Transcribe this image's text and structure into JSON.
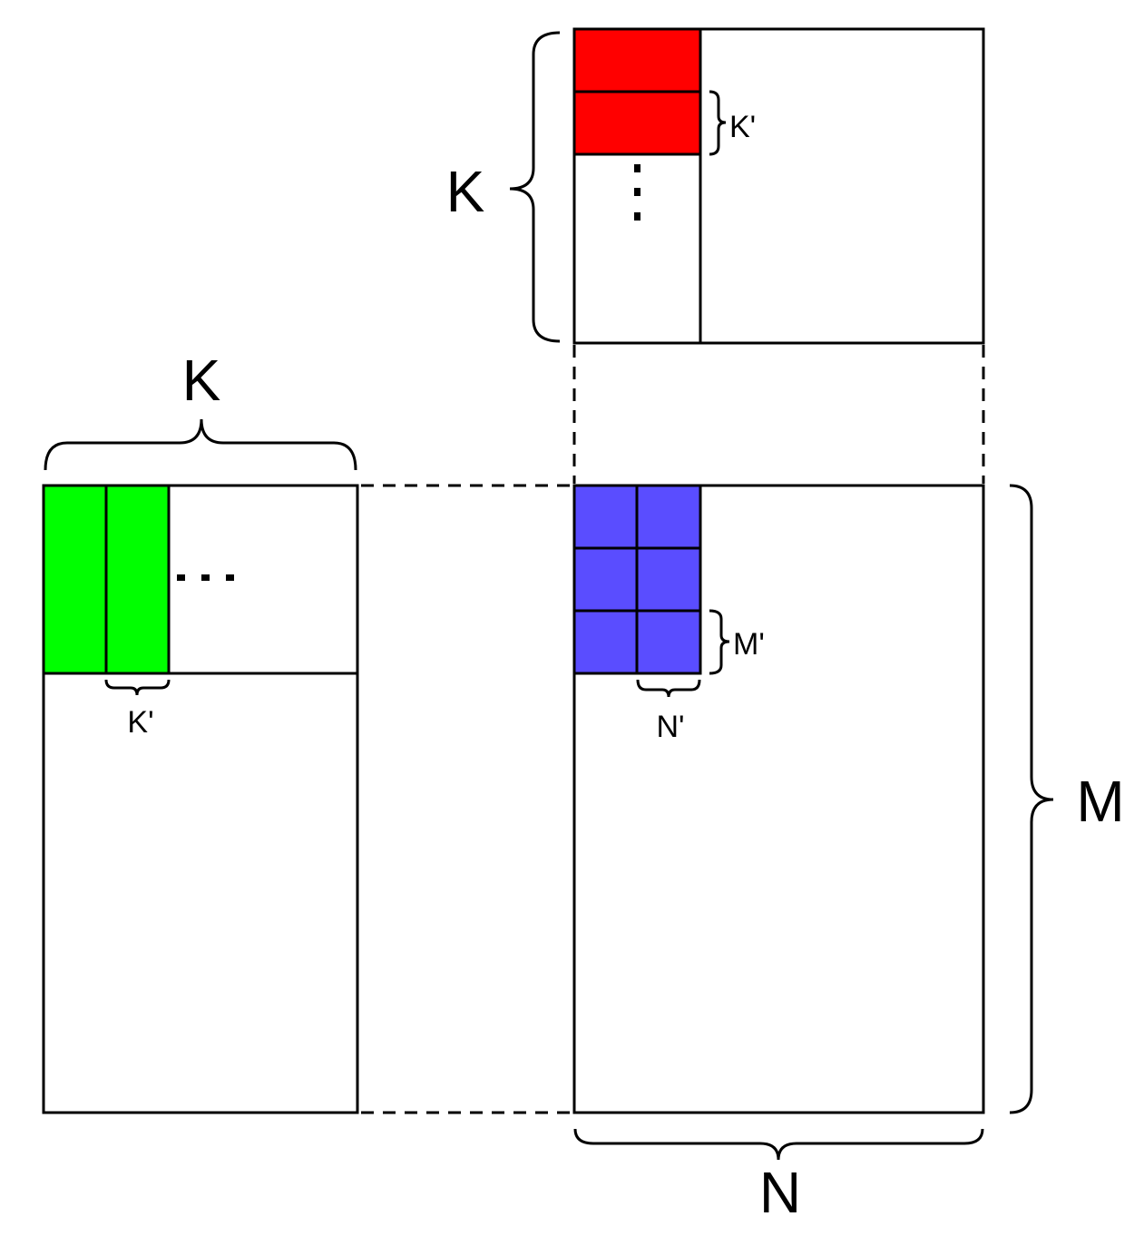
{
  "labels": {
    "b_k": "K",
    "b_kprime": "K'",
    "a_k": "K",
    "a_kprime": "K'",
    "c_mprime": "M'",
    "c_nprime": "N'",
    "c_m": "M",
    "c_n": "N"
  },
  "colors": {
    "b_tile": "#ff0000",
    "a_tile": "#00ff00",
    "c_tile": "#5a4dff",
    "stroke": "#000000"
  },
  "icons": {
    "vertical_ellipsis": "vertical-ellipsis-icon",
    "horizontal_ellipsis": "horizontal-ellipsis-icon"
  }
}
